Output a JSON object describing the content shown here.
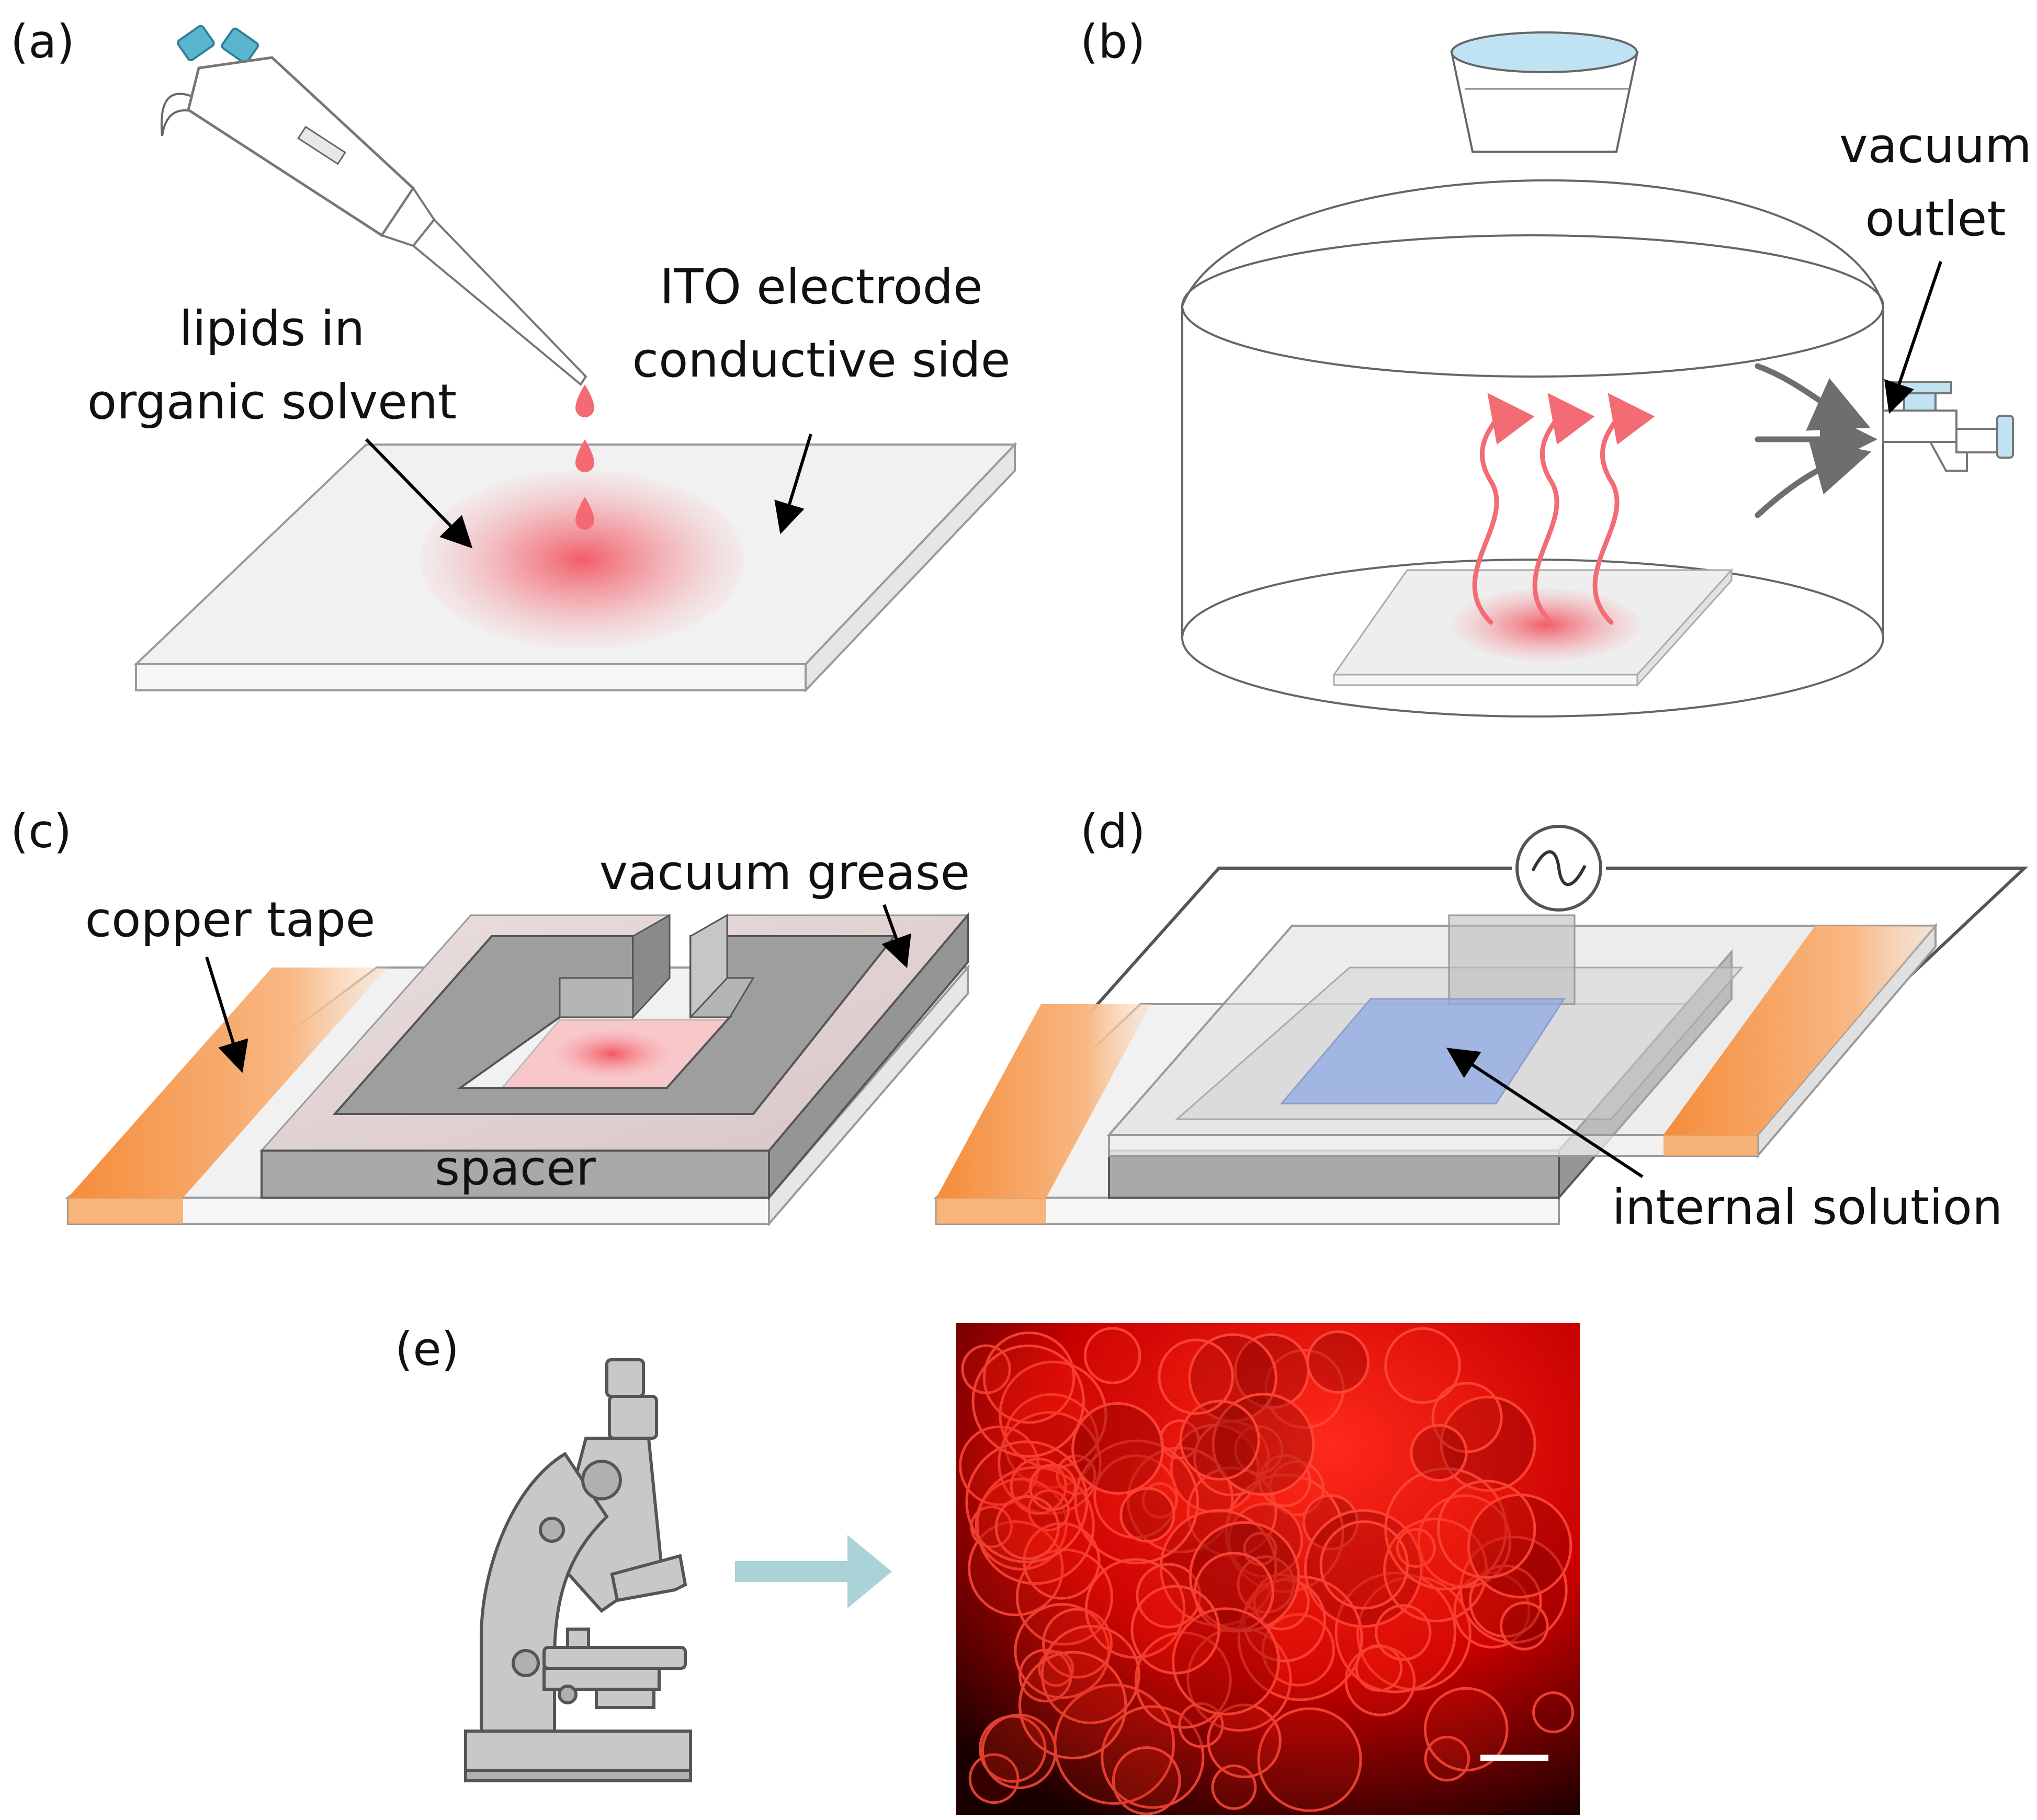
{
  "panels": {
    "a": {
      "label": "(a)",
      "lipids_label": [
        "lipids in",
        "organic solvent"
      ],
      "ito_label": [
        "ITO electrode",
        "conductive side"
      ]
    },
    "b": {
      "label": "(b)",
      "vacuum_label": [
        "vacuum",
        "outlet"
      ]
    },
    "c": {
      "label": "(c)",
      "copper_label": "copper tape",
      "grease_label": "vacuum grease",
      "spacer_label": "spacer"
    },
    "d": {
      "label": "(d)",
      "internal_label": "internal solution"
    },
    "e": {
      "label": "(e)"
    }
  },
  "colors": {
    "lipid": "#f46a72",
    "copper": "#f6a45c",
    "spacer": "#a9a9a9",
    "internal_solution": "#8fa9e6",
    "arrow_teal": "#a9d3d6",
    "pipette_blue": "#5ab5cf",
    "fluorescence": "#d10000"
  },
  "icons": [
    "pipette-icon",
    "ac-source-icon",
    "microscope-icon",
    "vacuum-valve-icon"
  ]
}
